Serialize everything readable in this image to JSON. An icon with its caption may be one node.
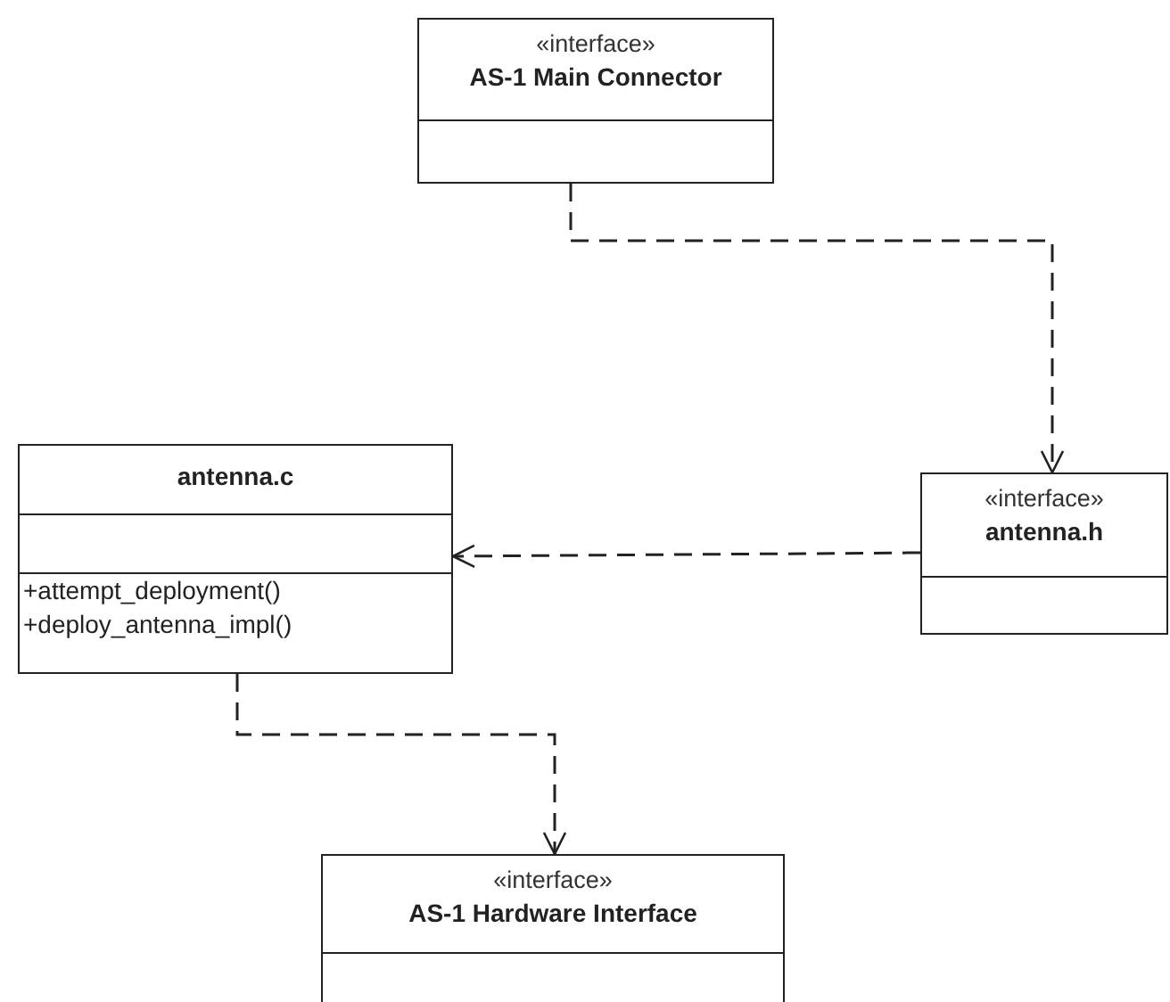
{
  "diagram": {
    "nodes": [
      {
        "text": [
          "«interface»",
          "AS-1 Main Connector"
        ]
      },
      {
        "text": [
          "antenna.c",
          "+attempt_deployment()",
          "+deploy_antenna_impl()"
        ]
      },
      {
        "text": [
          "«interface»",
          "antenna.h"
        ]
      },
      {
        "text": [
          "«interface»",
          "AS-1 Hardware Interface"
        ]
      }
    ],
    "edges": [
      {
        "from": 0,
        "to": 2,
        "arrow": "to",
        "style": "dashed"
      },
      {
        "from": 2,
        "to": 1,
        "arrow": "to",
        "style": "dashed"
      },
      {
        "from": 1,
        "to": 3,
        "arrow": "to",
        "style": "dashed"
      }
    ]
  }
}
